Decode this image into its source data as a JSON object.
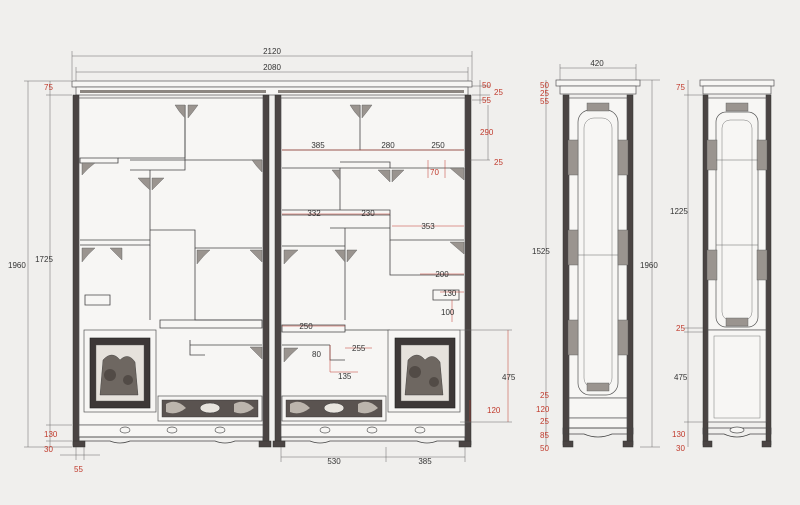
{
  "front_top": {
    "overall": "2120",
    "inner": "2080"
  },
  "front_left_heights": {
    "top": "75",
    "body": "1725",
    "total": "1960",
    "base1": "130",
    "base2": "30",
    "foot": "55"
  },
  "front_right_top": {
    "d50": "50",
    "d25": "25",
    "d55": "55",
    "d290": "290",
    "d25b": "25"
  },
  "front_internal": {
    "w385": "385",
    "w280": "280",
    "w250": "250",
    "w70": "70",
    "w332": "332",
    "w230": "230",
    "w353": "353",
    "w200": "200",
    "w130": "130",
    "w100": "100",
    "w250b": "250",
    "w255": "255",
    "w80": "80",
    "w135": "135",
    "h475": "475",
    "h120": "120"
  },
  "front_bottom": {
    "w530": "530",
    "w385": "385"
  },
  "side_a": {
    "top_width": "420",
    "t50": "50",
    "t25": "25",
    "t55": "55",
    "body": "1525",
    "total": "1960",
    "b25": "25",
    "b120": "120",
    "b25b": "25",
    "b85": "85",
    "b50": "50"
  },
  "side_b": {
    "t75": "75",
    "upper": "1225",
    "mid25": "25",
    "lower": "475",
    "b130": "130",
    "b30": "30"
  }
}
